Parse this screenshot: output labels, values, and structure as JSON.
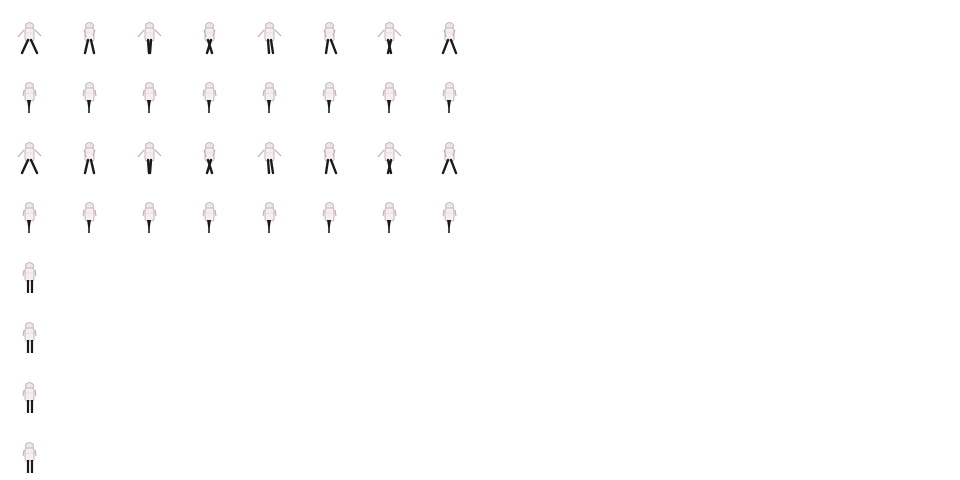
{
  "sprite_sheet": {
    "background": "#ffffff",
    "colors": {
      "shirt": "#f6eff2",
      "outline": "#b8a7ad",
      "hair": "#efe6ea",
      "legs": "#1b1b1b",
      "skin": "#e8d8dc"
    },
    "rows": [
      {
        "pose": "walk",
        "frames": 8
      },
      {
        "pose": "idle",
        "frames": 8
      },
      {
        "pose": "walk",
        "frames": 8
      },
      {
        "pose": "idle",
        "frames": 8
      },
      {
        "pose": "stand",
        "frames": 1
      },
      {
        "pose": "stand",
        "frames": 1
      },
      {
        "pose": "stand",
        "frames": 1
      },
      {
        "pose": "stand",
        "frames": 1
      }
    ]
  }
}
